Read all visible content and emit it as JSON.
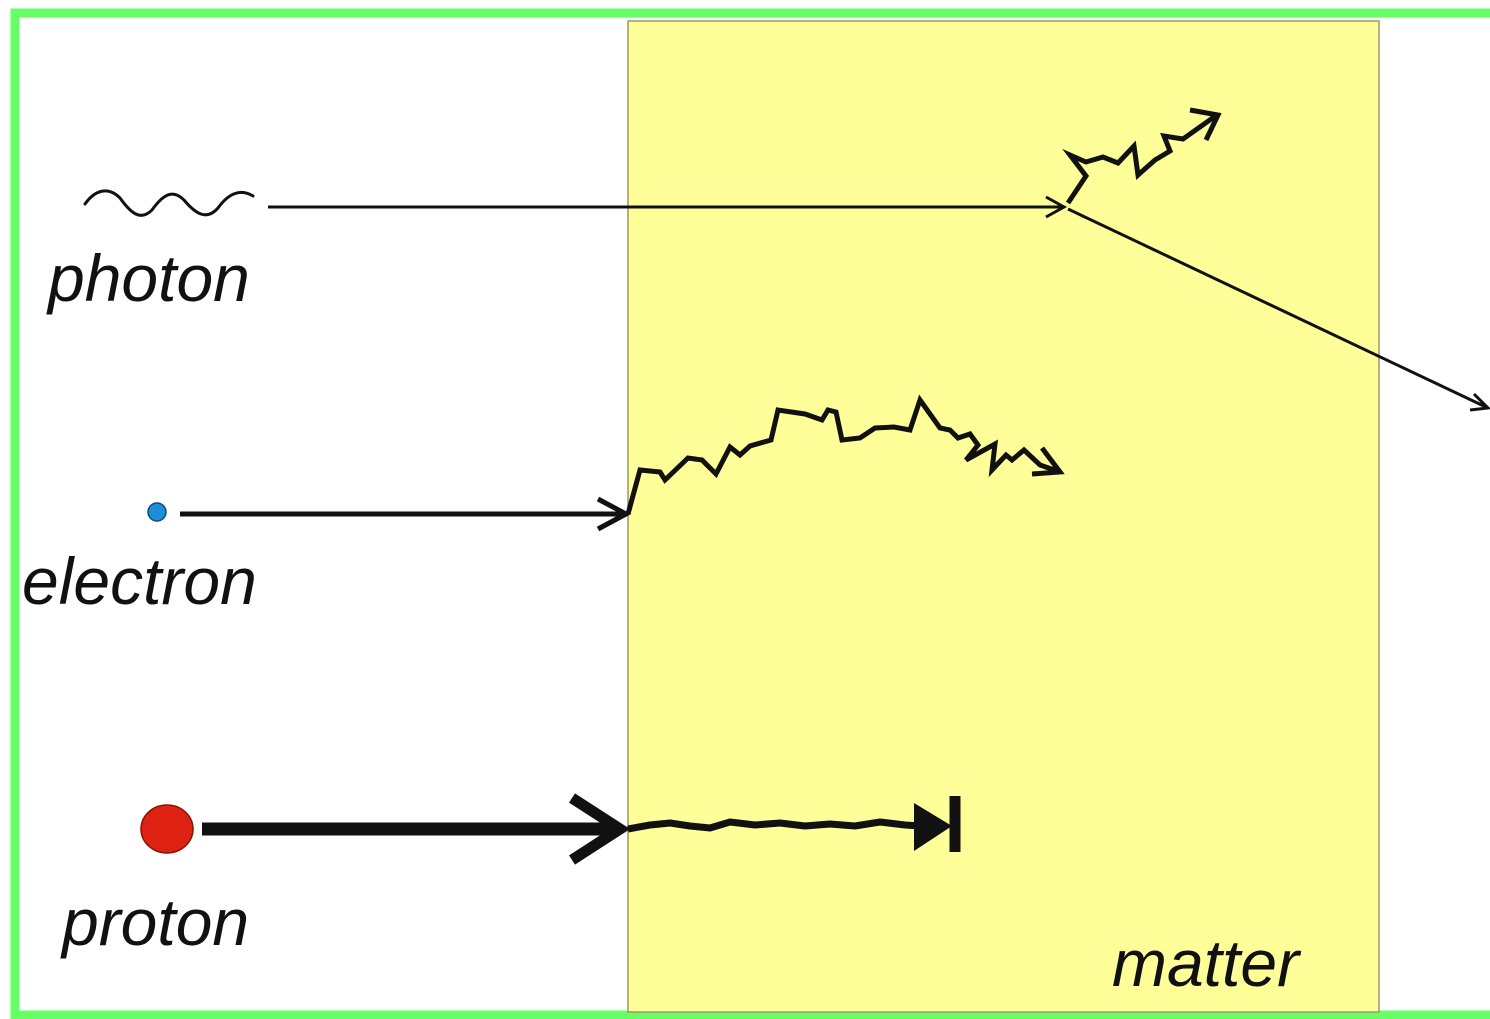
{
  "diagram": {
    "labels": {
      "photon": "photon",
      "electron": "electron",
      "proton": "proton",
      "matter": "matter"
    },
    "colors": {
      "frame_border": "#66ff66",
      "matter_fill": "#ffff99",
      "matter_border": "#9a9a60",
      "line": "#111111",
      "electron_dot": "#1e8fd6",
      "proton_dot": "#dd2211"
    }
  }
}
